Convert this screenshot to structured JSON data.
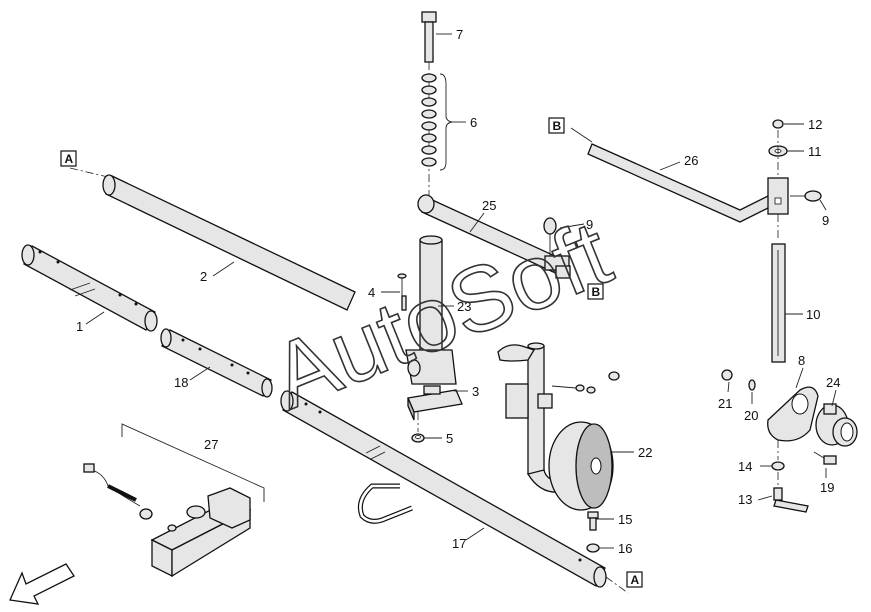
{
  "callouts": {
    "c1": "1",
    "c2": "2",
    "c3": "3",
    "c4": "4",
    "c5": "5",
    "c6": "6",
    "c7": "7",
    "c8": "8",
    "c9a": "9",
    "c9b": "9",
    "c10": "10",
    "c11": "11",
    "c12": "12",
    "c13": "13",
    "c14": "14",
    "c15": "15",
    "c16": "16",
    "c17": "17",
    "c18": "18",
    "c19": "19",
    "c20": "20",
    "c21": "21",
    "c22": "22",
    "c23": "23",
    "c24": "24",
    "c25": "25",
    "c26": "26",
    "c27": "27"
  },
  "refs": {
    "a1": "A",
    "a2": "A",
    "b1": "B",
    "b2": "B"
  },
  "watermark": "AutoSoft"
}
